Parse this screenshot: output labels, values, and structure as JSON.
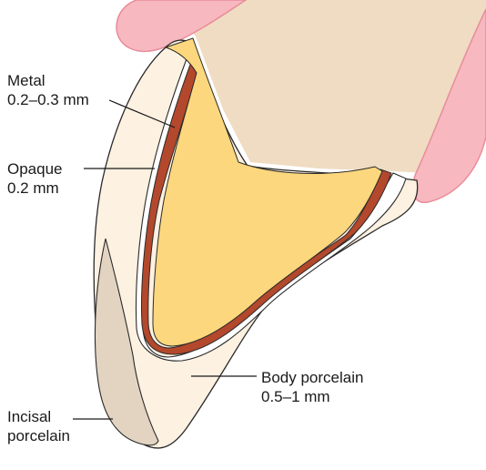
{
  "labels": {
    "metal": {
      "name": "Metal",
      "value": "0.2–0.3 mm"
    },
    "opaque": {
      "name": "Opaque",
      "value": "0.2 mm"
    },
    "body": {
      "name": "Body porcelain",
      "value": "0.5–1 mm"
    },
    "incisal": {
      "name": "Incisal",
      "value": "porcelain"
    }
  },
  "colors": {
    "gum": "#f7b8c0",
    "gum_edge": "#e98d9a",
    "tooth_root": "#efdcc3",
    "body_porcelain": "#fdf1e1",
    "incisal_porcelain": "#e3d4c2",
    "opaque_layer": "#ffffff",
    "metal": "#b3482c",
    "core": "#fdd77d",
    "outline": "#2a2a2a"
  }
}
